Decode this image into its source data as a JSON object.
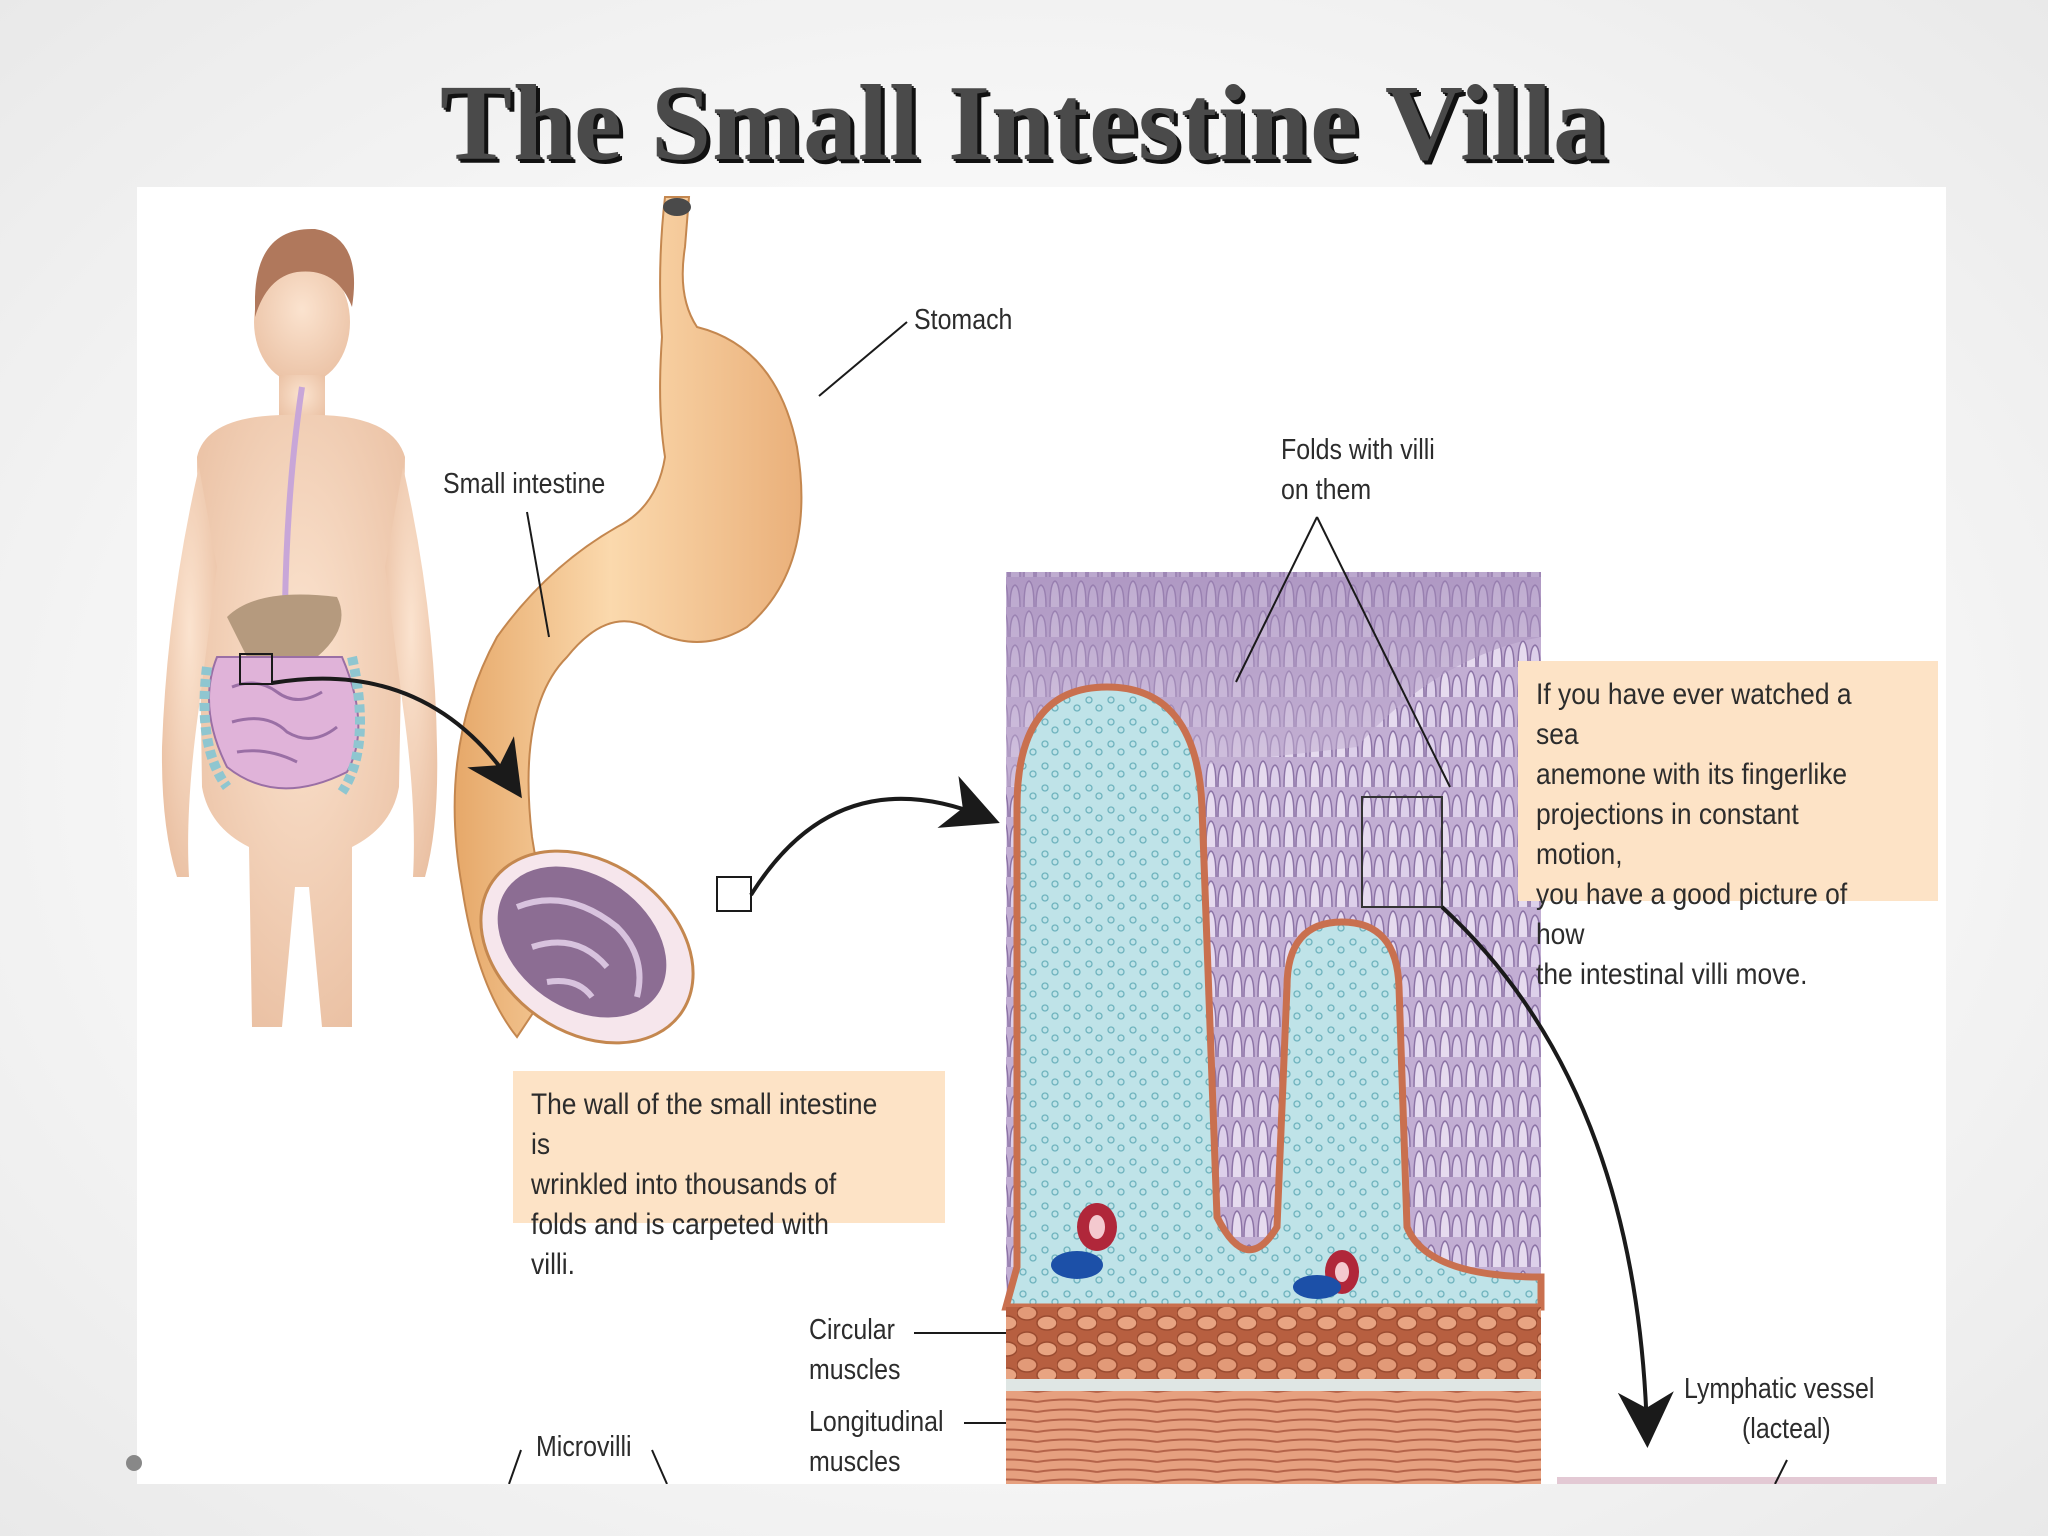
{
  "title": "The Small Intestine Villa",
  "labels": {
    "stomach": "Stomach",
    "small_intestine": "Small intestine",
    "folds_line1": "Folds with villi",
    "folds_line2": "on them",
    "circular_line1": "Circular",
    "circular_line2": "muscles",
    "longitudinal_line1": "Longitudinal",
    "longitudinal_line2": "muscles",
    "microvilli": "Microvilli",
    "lymphatic_line1": "Lymphatic vessel",
    "lymphatic_line2": "(lacteal)"
  },
  "callouts": {
    "wall": "The wall of the small intestine is\nwrinkled into thousands of\nfolds and is carpeted with villi.",
    "anemone": "If you have ever watched a sea\nanemone with its fingerlike\nprojections in constant motion,\nyou have a good picture of how\nthe intestinal villi move."
  },
  "colors": {
    "skin": "#f1cfb4",
    "stomach": "#f3bf85",
    "villi_purple": "#b49cc6",
    "villi_blue": "#bfe3e8",
    "muscle": "#c9704f",
    "callout_bg": "#fde3c6"
  }
}
